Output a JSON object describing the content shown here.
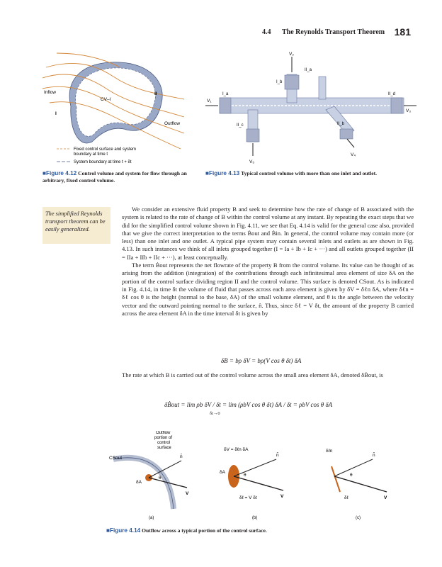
{
  "header": {
    "section": "4.4",
    "title": "The Reynolds Transport Theorem",
    "page_number": "181"
  },
  "fig412": {
    "labels": {
      "inflow": "Inflow",
      "cv": "CV–I",
      "region2": "II",
      "region1": "I",
      "outflow": "Outflow"
    },
    "legend": {
      "fixed": "Fixed control surface and system",
      "fixed2": "boundary at time t",
      "system": "System boundary at time t + δt"
    },
    "caption_num": "Figure 4.12",
    "caption_text": "Control volume and system for flow through an arbitrary, fixed control volume."
  },
  "fig413": {
    "labels": {
      "v2": "V₂",
      "v3": "V₃",
      "v1": "V₁",
      "v5": "V₅",
      "v4": "V₄",
      "vs": "V₅",
      "Ib": "I_b",
      "IIa": "II_a",
      "Ia": "I_a",
      "IId": "II_d",
      "IIc": "II_c",
      "IIb": "II_b"
    },
    "caption_num": "Figure 4.13",
    "caption_text": "Typical control volume with more than one inlet and outlet."
  },
  "margin_note": "The simplified Reynolds transport theorem can be easily generalized.",
  "body": {
    "p1": "We consider an extensive fluid property B and seek to determine how the rate of change of B associated with the system is related to the rate of change of B within the control volume at any instant. By repeating the exact steps that we did for the simplified control volume shown in Fig. 4.11, we see that Eq. 4.14 is valid for the general case also, provided that we give the correct interpretation to the terms Ḃout and Ḃin. In general, the control volume may contain more (or less) than one inlet and one outlet. A typical pipe system may contain several inlets and outlets as are shown in Fig. 4.13. In such instances we think of all inlets grouped together (I = Ia + Ib + Ic + ···) and all outlets grouped together (II = IIa + IIb + IIc + ···), at least conceptually.",
    "p2": "The term Ḃout represents the net flowrate of the property B from the control volume. Its value can be thought of as arising from the addition (integration) of the contributions through each infinitesimal area element of size δA on the portion of the control surface dividing region II and the control volume. This surface is denoted CSout. As is indicated in Fig. 4.14, in time δt the volume of fluid that passes across each area element is given by δV = δℓn δA, where δℓn = δℓ cos θ is the height (normal to the base, δA) of the small volume element, and θ is the angle between the velocity vector and the outward pointing normal to the surface, n̂. Thus, since δℓ = V δt, the amount of the property B carried across the area element δA in the time interval δt is given by",
    "eq1": "δB = bρ δV = bρ(V cos θ δt) δA",
    "p3": "The rate at which B is carried out of the control volume across the small area element δA, denoted δḂout, is",
    "eq2": "δḂout = lim ρb δV / δt = lim (ρbV cos θ δt) δA / δt = ρbV cos θ δA",
    "lim_sub": "δt→0"
  },
  "fig414": {
    "labels": {
      "outflow1": "Outflow",
      "outflow2": "portion of",
      "outflow3": "control",
      "outflow4": "surface",
      "csout": "CSout",
      "n": "n̂",
      "dA": "δA",
      "theta": "θ",
      "V": "V",
      "dV": "δV = δℓn δA",
      "dl": "δℓ = V δt",
      "dln": "δℓn",
      "dl2": "δℓ"
    },
    "panels": [
      "(a)",
      "(b)",
      "(c)"
    ],
    "caption_num": "Figure 4.14",
    "caption_text": "Outflow across a typical portion of the control surface."
  }
}
